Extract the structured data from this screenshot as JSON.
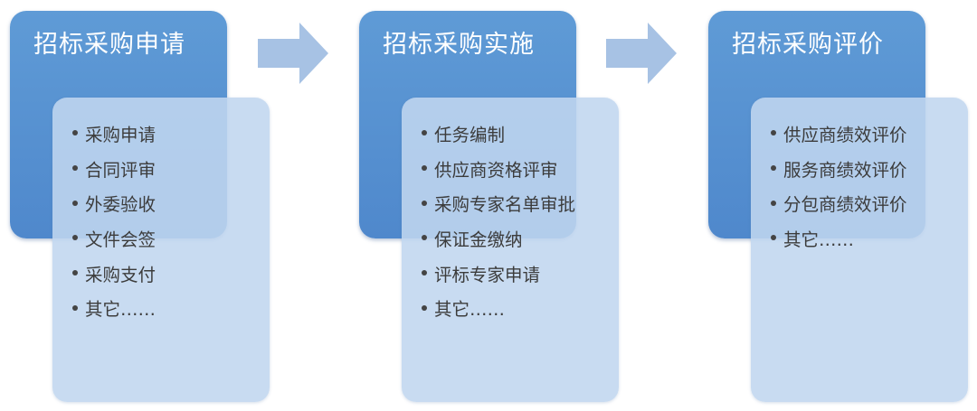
{
  "colors": {
    "header": "#5a96d3",
    "card": "#c0d6ef",
    "arrow": "#a7c2e4",
    "title_text": "#ffffff",
    "item_text": "#3c3c3c"
  },
  "stages": [
    {
      "title": "招标采购申请",
      "items": [
        "采购申请",
        "合同评审",
        "外委验收",
        "文件会签",
        "采购支付",
        "其它……"
      ]
    },
    {
      "title": "招标采购实施",
      "items": [
        "任务编制",
        "供应商资格评审",
        "采购专家名单审批",
        "保证金缴纳",
        "评标专家申请",
        "其它……"
      ]
    },
    {
      "title": "招标采购评价",
      "items": [
        "供应商绩效评价",
        "服务商绩效评价",
        "分包商绩效评价",
        "其它……"
      ]
    }
  ]
}
